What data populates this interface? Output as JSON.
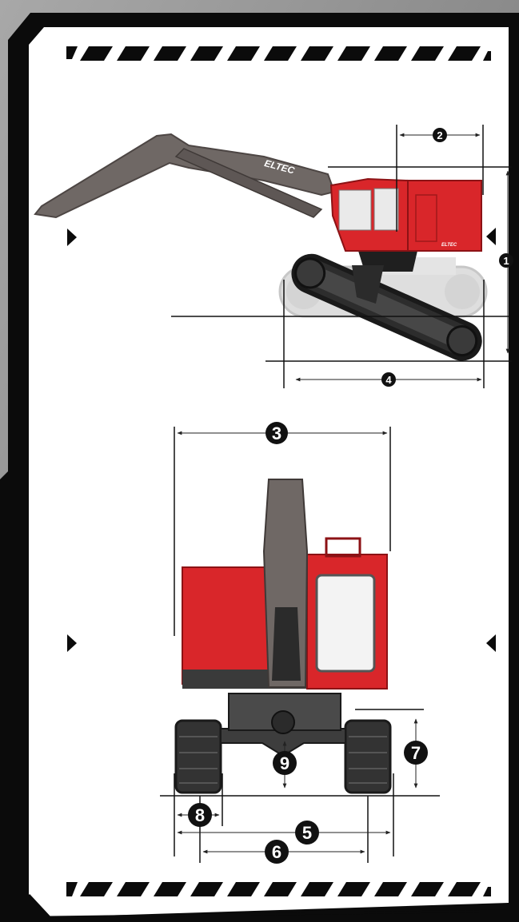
{
  "brand": {
    "boom_text": "ELTEC",
    "cab_text": "ELTEC"
  },
  "colors": {
    "frame": "#0b0b0b",
    "panel": "#ffffff",
    "machine_red": "#d9262a",
    "machine_red_dark": "#9e1619",
    "boom_gray": "#6f6865",
    "track_dark": "#2a2a2a",
    "ghost_gray": "#bdbdbd"
  },
  "icons": [
    "hazard-stripe",
    "arrow-right-marker",
    "arrow-left-marker"
  ],
  "dimensions": [
    {
      "id": "1",
      "label": "1"
    },
    {
      "id": "2",
      "label": "2"
    },
    {
      "id": "3",
      "label": "3"
    },
    {
      "id": "4",
      "label": "4"
    },
    {
      "id": "5",
      "label": "5"
    },
    {
      "id": "6",
      "label": "6"
    },
    {
      "id": "7",
      "label": "7"
    },
    {
      "id": "8",
      "label": "8"
    },
    {
      "id": "9",
      "label": "9"
    }
  ]
}
